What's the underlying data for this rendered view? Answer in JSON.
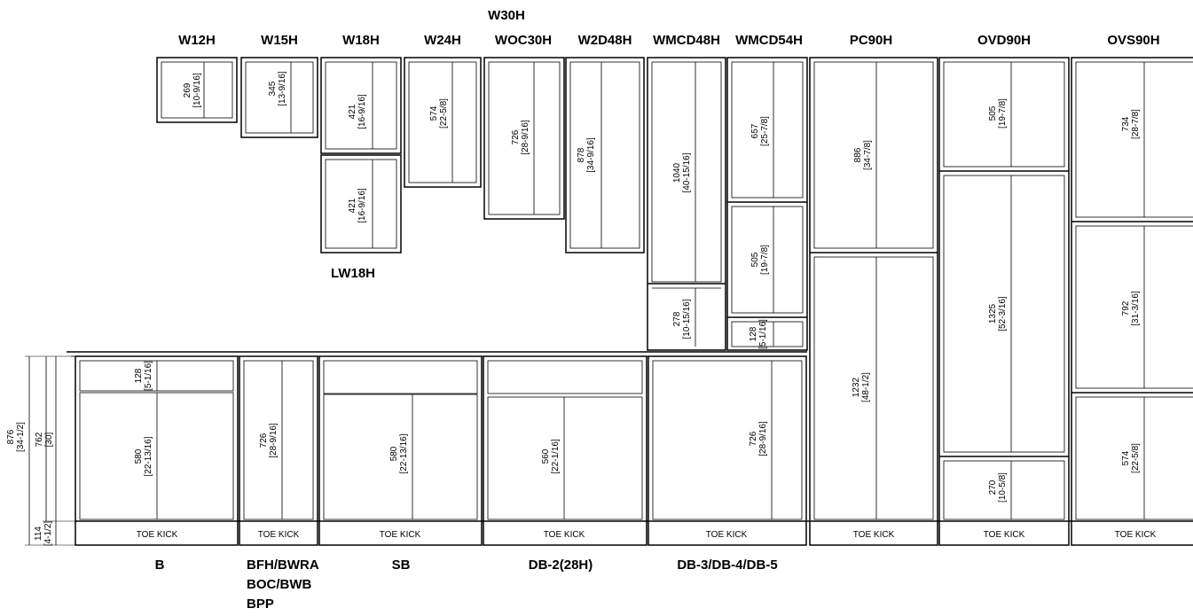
{
  "top_labels": {
    "w12h": "W12H",
    "w15h": "W15H",
    "w18h": "W18H",
    "w24h": "W24H",
    "w30h": "W30H",
    "woc30h": "WOC30H",
    "w2d48h": "W2D48H",
    "wmcd48h": "WMCD48H",
    "wmcd54h": "WMCD54H",
    "pc90h": "PC90H",
    "ovd90h": "OVD90H",
    "ovs90h": "OVS90H"
  },
  "mid_labels": {
    "lw18h": "LW18H"
  },
  "bottom_labels": {
    "b": "B",
    "bfh_bwra": "BFH/BWRA",
    "boc_bwb": "BOC/BWB",
    "bpp": "BPP",
    "sb": "SB",
    "db2": "DB-2(28H)",
    "db345": "DB-3/DB-4/DB-5"
  },
  "toe_kick": "TOE KICK",
  "dims": {
    "w12h": {
      "mm": "269",
      "in": "[10-9/16]"
    },
    "w15h": {
      "mm": "345",
      "in": "[13-9/16]"
    },
    "w18h": {
      "mm": "421",
      "in": "[16-9/16]"
    },
    "lw18h": {
      "mm": "421",
      "in": "[16-9/16]"
    },
    "w24h": {
      "mm": "574",
      "in": "[22-5/8]"
    },
    "woc30h": {
      "mm": "726",
      "in": "[28-9/16]"
    },
    "w2d48h": {
      "mm": "878",
      "in": "[34-9/16]"
    },
    "wmcd48h_a": {
      "mm": "1040",
      "in": "[40-15/16]"
    },
    "wmcd48h_b": {
      "mm": "278",
      "in": "[10-15/16]"
    },
    "wmcd54h_a": {
      "mm": "657",
      "in": "[25-7/8]"
    },
    "wmcd54h_b": {
      "mm": "505",
      "in": "[19-7/8]"
    },
    "wmcd54h_c": {
      "mm": "128",
      "in": "[5-1/16]"
    },
    "pc90h_a": {
      "mm": "886",
      "in": "[34-7/8]"
    },
    "pc90h_b": {
      "mm": "1232",
      "in": "[48-1/2]"
    },
    "ovd90h_a": {
      "mm": "505",
      "in": "[19-7/8]"
    },
    "ovd90h_b": {
      "mm": "1325",
      "in": "[52-3/16]"
    },
    "ovd90h_c": {
      "mm": "270",
      "in": "[10-5/8]"
    },
    "ovs90h_a": {
      "mm": "734",
      "in": "[28-7/8]"
    },
    "ovs90h_b": {
      "mm": "792",
      "in": "[31-3/16]"
    },
    "ovs90h_c": {
      "mm": "574",
      "in": "[22-5/8]"
    },
    "b_a": {
      "mm": "128",
      "in": "[5-1/16]"
    },
    "b_b": {
      "mm": "580",
      "in": "[22-13/16]"
    },
    "bfh": {
      "mm": "726",
      "in": "[28-9/16]"
    },
    "sb": {
      "mm": "580",
      "in": "[22-13/16]"
    },
    "db2": {
      "mm": "560",
      "in": "[22-1/16]"
    },
    "db345": {
      "mm": "726",
      "in": "[28-9/16]"
    },
    "overall": {
      "mm": "876",
      "in": "[34-1/2]"
    },
    "base": {
      "mm": "762",
      "in": "[30]"
    },
    "kick": {
      "mm": "114",
      "in": "[4-1/2]"
    }
  }
}
